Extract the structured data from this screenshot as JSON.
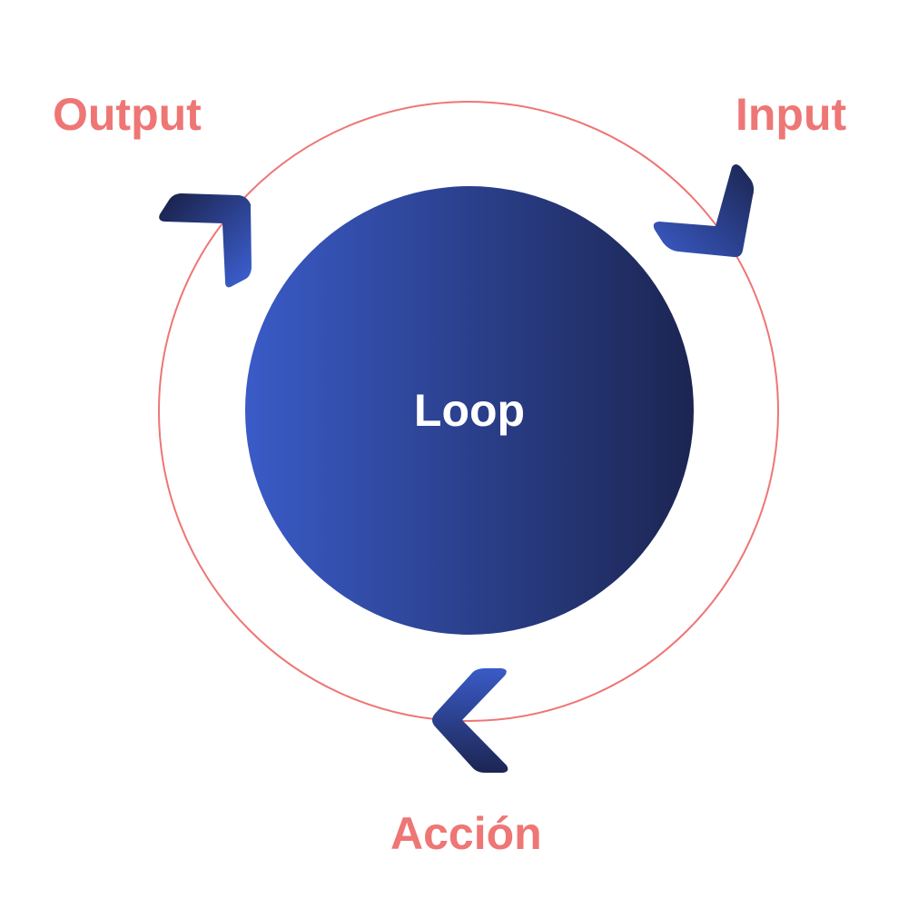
{
  "diagram": {
    "center_label": "Loop",
    "stages": {
      "input": "Input",
      "action": "Acción",
      "output": "Output"
    },
    "colors": {
      "label": "#ee7675",
      "ring": "#ee7675",
      "circle_gradient_start": "#3a5bc7",
      "circle_gradient_end": "#1c2552",
      "chevron_light": "#3a5bc7",
      "chevron_dark": "#1c2552"
    },
    "icons": {
      "input_arrow": "chevron-down-icon",
      "action_arrow": "chevron-left-icon",
      "output_arrow": "chevron-up-icon"
    }
  }
}
